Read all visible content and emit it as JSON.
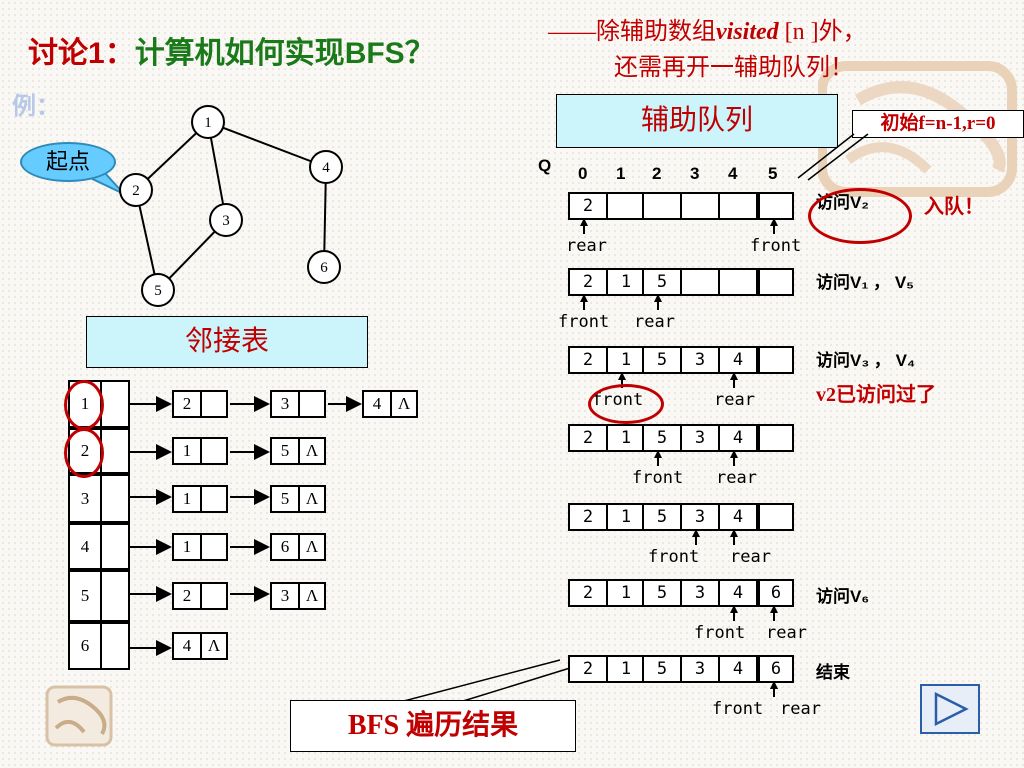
{
  "title": {
    "prefix": "讨论",
    "num": "1",
    "colon": "：",
    "main": "计算机如何实现",
    "bfs": "BFS",
    "qmark": "？"
  },
  "note": {
    "dash": "——",
    "line1_a": "除辅助数组",
    "line1_b": "visited",
    "line1_c": " [n ]外，",
    "line2": "还需再开一辅助队列！"
  },
  "example_label": "例：",
  "start_callout": "起点",
  "graph": {
    "vertices": [
      "1",
      "2",
      "3",
      "4",
      "5",
      "6"
    ],
    "edges": [
      [
        "1",
        "2"
      ],
      [
        "1",
        "3"
      ],
      [
        "1",
        "4"
      ],
      [
        "2",
        "5"
      ],
      [
        "3",
        "5"
      ],
      [
        "4",
        "6"
      ]
    ]
  },
  "adj_caption": "邻接表",
  "adj_list": [
    {
      "vertex": "1",
      "neighbors": [
        "2",
        "3",
        "4"
      ]
    },
    {
      "vertex": "2",
      "neighbors": [
        "1",
        "5"
      ]
    },
    {
      "vertex": "3",
      "neighbors": [
        "1",
        "5"
      ]
    },
    {
      "vertex": "4",
      "neighbors": [
        "1",
        "6"
      ]
    },
    {
      "vertex": "5",
      "neighbors": [
        "2",
        "3"
      ]
    },
    {
      "vertex": "6",
      "neighbors": [
        "4"
      ]
    }
  ],
  "null_symbol": "Λ",
  "queue_caption": "辅助队列",
  "init_note": "初始f=n-1,r=0",
  "queue_label": "Q",
  "indices": [
    "0",
    "1",
    "2",
    "3",
    "4",
    "5"
  ],
  "rows": [
    {
      "cells": [
        "2",
        "",
        "",
        "",
        "",
        ""
      ],
      "rear_text": "rear",
      "front_text": "front",
      "status": "访问V₂",
      "extra": "入队！"
    },
    {
      "cells": [
        "2",
        "1",
        "5",
        "",
        "",
        ""
      ],
      "rear_text": "rear",
      "front_text": "front",
      "status": "访问V₁ ， V₅"
    },
    {
      "cells": [
        "2",
        "1",
        "5",
        "3",
        "4",
        ""
      ],
      "rear_text": "rear",
      "front_text": "front",
      "status": "访问V₃ ， V₄",
      "extra": "v2已访问过了"
    },
    {
      "cells": [
        "2",
        "1",
        "5",
        "3",
        "4",
        ""
      ],
      "rear_text": "rear",
      "front_text": "front"
    },
    {
      "cells": [
        "2",
        "1",
        "5",
        "3",
        "4",
        ""
      ],
      "rear_text": "rear",
      "front_text": "front"
    },
    {
      "cells": [
        "2",
        "1",
        "5",
        "3",
        "4",
        "6"
      ],
      "rear_text": "rear",
      "front_text": "front",
      "status": "访问V₆"
    },
    {
      "cells": [
        "2",
        "1",
        "5",
        "3",
        "4",
        "6"
      ],
      "rear_text": "rear",
      "front_text": "front",
      "status": "结束"
    }
  ],
  "result_label": "BFS 遍历结果",
  "colors": {
    "accent_red": "#c00000",
    "title_green": "#1a7a1a",
    "caption_bg": "#ccf4fb",
    "callout_bg": "#66ccff",
    "nav_blue": "#2a5ea8"
  }
}
